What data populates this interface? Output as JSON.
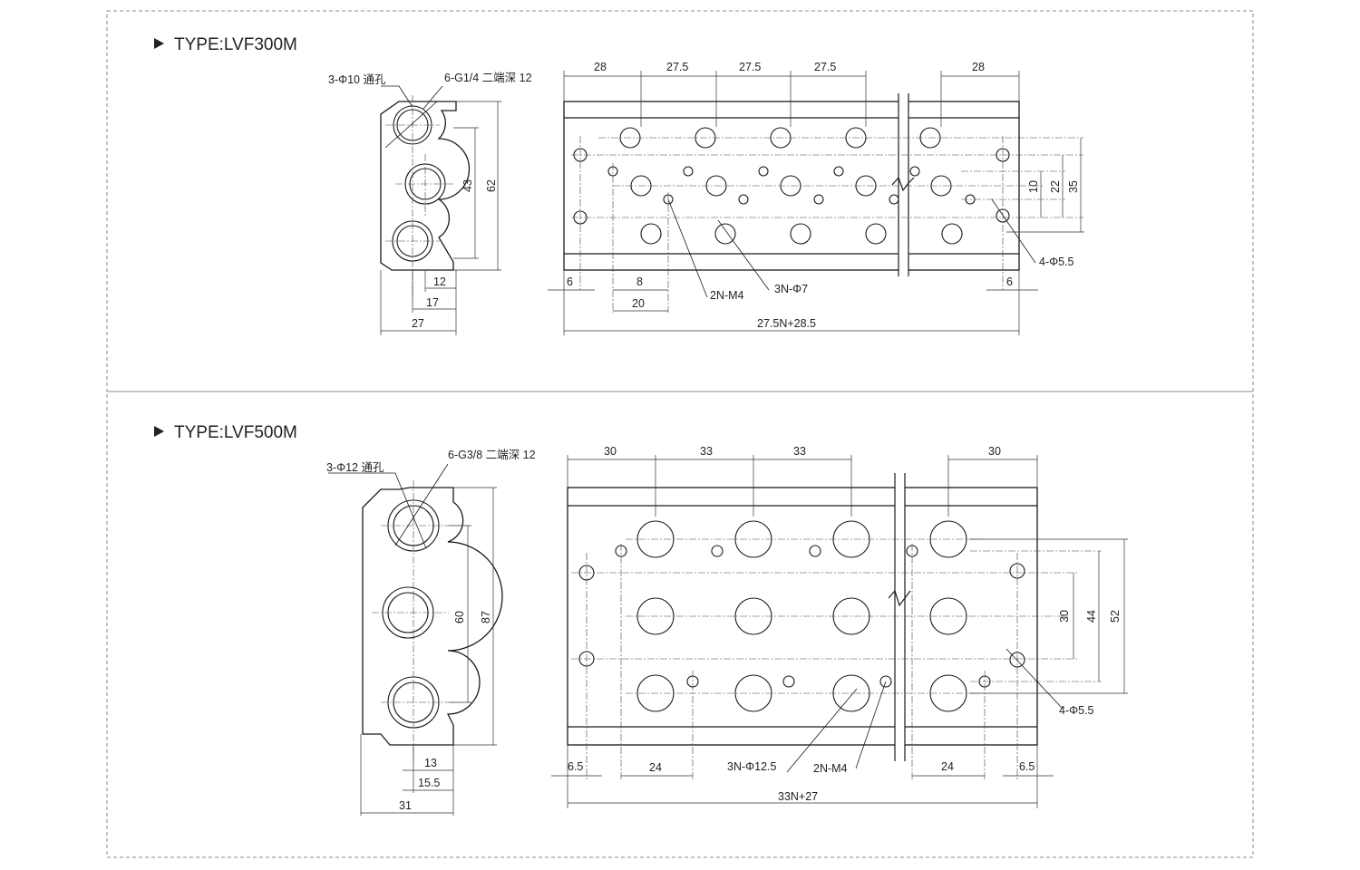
{
  "sections": [
    {
      "title": "TYPE:LVF300M",
      "side_view": {
        "hole_callout": "3-Φ10 通孔",
        "port_callout": "6-G1/4 二端深 12",
        "dims": [
          "43",
          "62",
          "12",
          "17",
          "27"
        ]
      },
      "top_view": {
        "dims_top": [
          "28",
          "27.5",
          "27.5",
          "27.5",
          "28"
        ],
        "dims_right": [
          "10",
          "22",
          "35"
        ],
        "dims_bottom": [
          "6",
          "8",
          "20",
          "6"
        ],
        "overall": "27.5N+28.5",
        "callouts": [
          "2N-M4",
          "3N-Φ7",
          "4-Φ5.5"
        ]
      }
    },
    {
      "title": "TYPE:LVF500M",
      "side_view": {
        "hole_callout": "3-Φ12 通孔",
        "port_callout": "6-G3/8 二端深 12",
        "dims": [
          "60",
          "87",
          "13",
          "15.5",
          "31"
        ]
      },
      "top_view": {
        "dims_top": [
          "30",
          "33",
          "33",
          "30"
        ],
        "dims_right": [
          "30",
          "44",
          "52"
        ],
        "dims_bottom": [
          "6.5",
          "24",
          "24",
          "6.5"
        ],
        "overall": "33N+27",
        "callouts": [
          "3N-Φ12.5",
          "2N-M4",
          "4-Φ5.5"
        ]
      }
    }
  ]
}
